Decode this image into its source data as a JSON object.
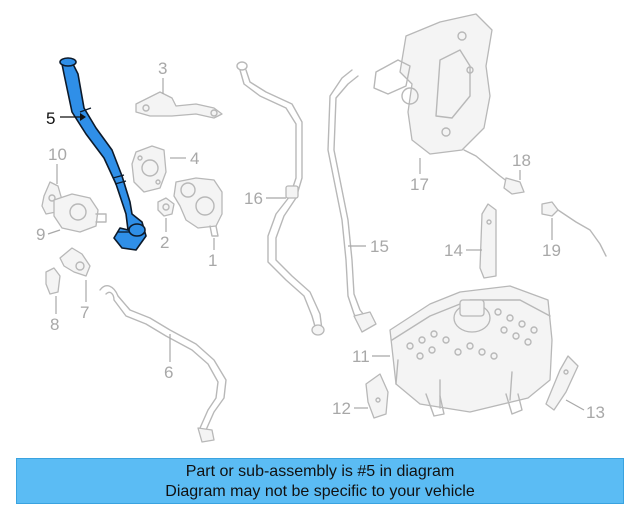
{
  "diagram": {
    "highlighted_part": "5",
    "callouts": [
      "1",
      "2",
      "3",
      "4",
      "5",
      "6",
      "7",
      "8",
      "9",
      "10",
      "11",
      "12",
      "13",
      "14",
      "15",
      "16",
      "17",
      "18",
      "19"
    ],
    "colors": {
      "highlight": "#2f8fe8",
      "parts": "#b8b8b8",
      "banner": "#5bbcf4"
    }
  },
  "banner": {
    "line1": "Part or sub-assembly is #5 in diagram",
    "line2": "Diagram may not be specific to your vehicle"
  }
}
